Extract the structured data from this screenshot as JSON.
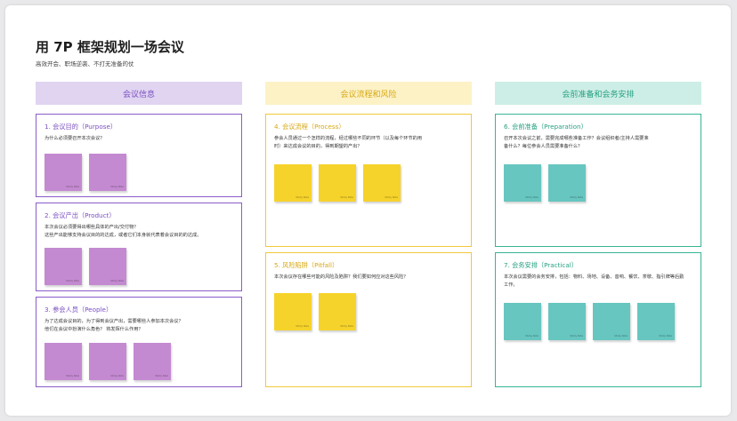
{
  "board": {
    "title": "用 7P 框架规划一场会议",
    "subtitle": "高效开会、职场逆袭、不打无准备的仗"
  },
  "columns": [
    {
      "header": "会议信息",
      "color": "#7b4fc0"
    },
    {
      "header": "会议流程和风险",
      "color": "#d6a813"
    },
    {
      "header": "会前准备和会务安排",
      "color": "#27a183"
    }
  ],
  "cards": [
    {
      "title": "1. 会议目的（Purpose）",
      "desc": [
        "为什么必须要召开本次会议？"
      ],
      "notes": [
        "Sticky Note",
        "Sticky Note"
      ]
    },
    {
      "title": "2. 会议产出（Product）",
      "desc": [
        "本次会议必须要得出哪些具体的产出/交付物？",
        "这些产出能够支持会议目的的达成，或者它们本身就代表着会议目的的达成。"
      ],
      "notes": [
        "Sticky Note",
        "Sticky Note"
      ]
    },
    {
      "title": "3. 参会人员（People）",
      "desc": [
        "为了达成会议目的，为了得到会议产出，需要哪些人参加本次会议？",
        "他们在会议中扮演什么角色？ 将发挥什么作用？"
      ],
      "notes": [
        "Sticky Note",
        "Sticky Note",
        "Sticky Note"
      ]
    },
    {
      "title": "4. 会议流程（Process）",
      "desc": [
        "参会人员通过一个怎样的流程，经过哪些不同的环节（以及每个环节的用",
        "时）来达成会议的目的，得到期望的产出？"
      ],
      "notes": [
        "Sticky Note",
        "Sticky Note",
        "Sticky Note"
      ]
    },
    {
      "title": "5. 风险陷阱（Pitfall）",
      "desc": [
        "本次会议存在哪些可能的风险及陷阱？我们要如何应对这些风险？"
      ],
      "notes": [
        "Sticky Note",
        "Sticky Note"
      ]
    },
    {
      "title": "6. 会前准备（Preparation）",
      "desc": [
        "召开本次会议之前，需要完成哪些准备工作？会议组织者/主持人需要准",
        "备什么？每位参会人员需要准备什么？"
      ],
      "notes": [
        "Sticky Note",
        "Sticky Note"
      ]
    },
    {
      "title": "7. 会务安排（Practical）",
      "desc": [
        "本次会议需要的会务安排，包括：物料、场地、设备、音响、餐饮、茶歇、指引牌等后勤",
        "工作。"
      ],
      "notes": [
        "Sticky Note",
        "Sticky Note",
        "Sticky Note",
        "Sticky Note"
      ]
    }
  ]
}
